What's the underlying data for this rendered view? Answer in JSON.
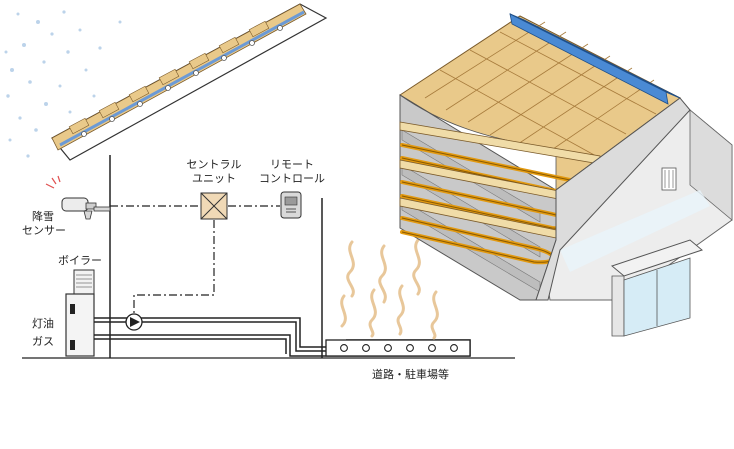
{
  "labels": {
    "sensor_line1": "降雪",
    "sensor_line2": "センサー",
    "central_line1": "セントラル",
    "central_line2": "ユニット",
    "remote_line1": "リモート",
    "remote_line2": "コントロール",
    "boiler": "ボイラー",
    "fuel_kerosene": "灯油",
    "fuel_gas": "ガス",
    "road": "道路・駐車場等"
  },
  "colors": {
    "roof_tile": "#e9c98a",
    "roof_blue": "#2f6fb8",
    "heater_cable": "#e39a10",
    "steam": "#e8c79a"
  }
}
